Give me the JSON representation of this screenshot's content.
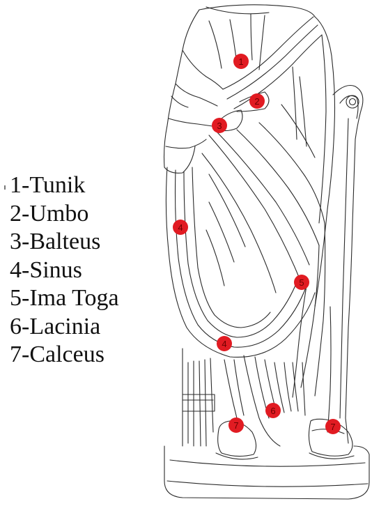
{
  "legend": [
    {
      "num": "1",
      "label": "Tunik"
    },
    {
      "num": "2",
      "label": "Umbo"
    },
    {
      "num": "3",
      "label": "Balteus"
    },
    {
      "num": "4",
      "label": "Sinus"
    },
    {
      "num": "5",
      "label": "Ima Toga"
    },
    {
      "num": "6",
      "label": "Lacinia"
    },
    {
      "num": "7",
      "label": "Calceus"
    }
  ],
  "markers": [
    "1",
    "2",
    "3",
    "4",
    "4",
    "5",
    "6",
    "7",
    "7"
  ],
  "colors": {
    "marker_fill": "#e11b22",
    "marker_text": "#6b0000",
    "line": "#2a2a2a",
    "text": "#111111"
  }
}
